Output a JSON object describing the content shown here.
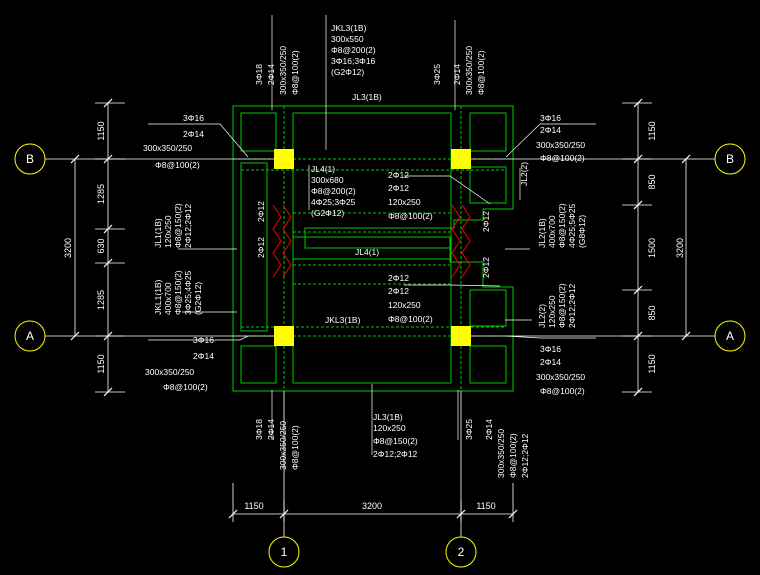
{
  "axes": {
    "B": "B",
    "A": "A",
    "1": "1",
    "2": "2"
  },
  "dims": {
    "left": [
      "1150",
      "1285",
      "630",
      "1285",
      "1150"
    ],
    "left_total": "3200",
    "right": [
      "1150",
      "850",
      "1500",
      "850",
      "1150"
    ],
    "right_total": "3200",
    "bottom": [
      "1150",
      "3200",
      "1150"
    ]
  },
  "top_jkl": [
    "JKL3(1B)",
    "300x550",
    "Φ8@200(2)",
    "3Φ16;3Φ16",
    "(G2Φ12)"
  ],
  "top_jl3": "JL3(1B)",
  "top_left_v": [
    "3Φ18",
    "2Φ14",
    "300x350/250",
    "Φ8@100(2)"
  ],
  "top_right_v": [
    "3Φ25",
    "2Φ14",
    "300x350/250",
    "Φ8@100(2)"
  ],
  "tl_corner": [
    "3Φ16",
    "2Φ14",
    "300x350/250",
    "Φ8@100(2)"
  ],
  "tr_corner": [
    "3Φ16",
    "2Φ14",
    "300x350/250",
    "Φ8@100(2)"
  ],
  "jl4": [
    "JL4(1)",
    "300x680",
    "Φ8@200(2)",
    "4Φ25;3Φ25",
    "(G2Φ12)"
  ],
  "upper_mid": [
    "2Φ12",
    "2Φ12",
    "120x250",
    "Φ8@100(2)"
  ],
  "jl2_top": "JL2(2)",
  "jl1_left": [
    "JL1(1B)",
    "120x250",
    "Φ8@150(2)",
    "2Φ12;2Φ12"
  ],
  "jkl1_left": [
    "JKL1(1B)",
    "400x700",
    "Φ8@150(2)",
    "3Φ25;4Φ25",
    "(G2Φ12)"
  ],
  "jl2_right": [
    "JL2(1B)",
    "400x700",
    "Φ8@150(2)",
    "4Φ25;5Φ25",
    "(G8Φ12)"
  ],
  "jl4_mid": "JL4(1)",
  "lower_mid": [
    "2Φ12",
    "2Φ12",
    "120x250",
    "Φ8@100(2)"
  ],
  "jl2_bottom_right": [
    "JL2(2)",
    "120x250",
    "Φ8@150(2)",
    "2Φ12;2Φ12"
  ],
  "jkl3_bottom": "JKL3(1B)",
  "bl_corner": [
    "3Φ16",
    "2Φ14",
    "300x350/250",
    "Φ8@100(2)"
  ],
  "br_corner": [
    "3Φ16",
    "2Φ14",
    "300x350/250",
    "Φ8@100(2)"
  ],
  "bottom_jl3": [
    "JL3(1B)",
    "120x250",
    "Φ8@150(2)",
    "2Φ12;2Φ12"
  ],
  "bottom_left_v": [
    "3Φ18",
    "2Φ14",
    "300x350/250",
    "Φ8@100(2)"
  ],
  "bottom_right_v": [
    "3Φ25",
    "2Φ14",
    "300x350/250",
    "Φ8@100(2)",
    "2Φ12;2Φ12"
  ],
  "stirrup_marks": [
    "2Φ12",
    "2Φ12",
    "2Φ12",
    "2Φ12"
  ],
  "colors": {
    "beam": "#00c800",
    "column": "#ffff00",
    "axis": "#ffff00",
    "leader": "#ffffff",
    "rebar": "#ff0000",
    "dim": "#ffffff"
  }
}
